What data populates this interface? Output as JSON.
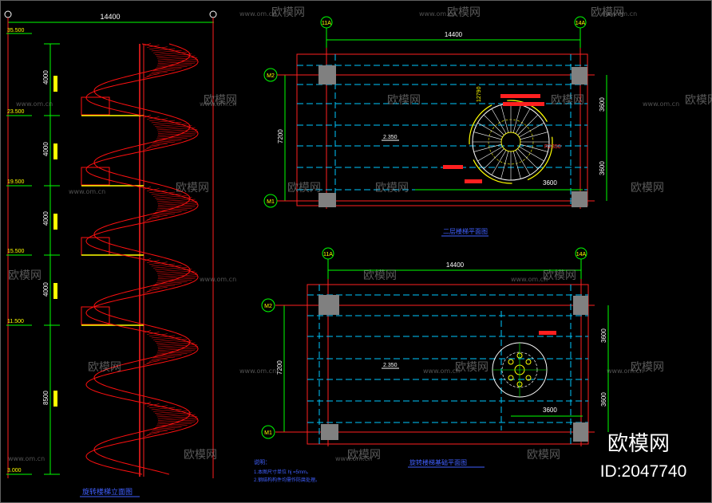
{
  "colors": {
    "background": "#000000",
    "grid_red": "#ff2020",
    "stair_red": "#ff1010",
    "dim_green": "#00ff00",
    "beam_cyan": "#00c8ff",
    "column_gray": "#808080",
    "label_yellow": "#ffff00",
    "title_blue": "#4060ff",
    "watermark": "#a0a0a0"
  },
  "watermark": {
    "brand": "欧模网",
    "site": "www.om.cn",
    "id_label": "ID:2047740"
  },
  "elevation": {
    "top_dim": "14400",
    "levels": [
      "35.500",
      "23.500",
      "19.500",
      "15.500",
      "11.500",
      "3.000"
    ],
    "spans": [
      "4000",
      "4000",
      "4000",
      "4000",
      "8500"
    ],
    "title": "旋转楼梯立面图"
  },
  "plan_upper": {
    "axes_top": [
      "11A",
      "14A"
    ],
    "axes_left": [
      "M2",
      "M1"
    ],
    "top_dim": "14400",
    "left_dim": "7200",
    "right_dims": [
      "3600",
      "3600"
    ],
    "level_tag": "2.350",
    "radius_dims": [
      "12790",
      "R2350"
    ],
    "bottom_dim": "3600",
    "title": "二层楼梯平面图"
  },
  "plan_lower": {
    "axes_top": [
      "11A",
      "14A"
    ],
    "axes_left": [
      "M2",
      "M1"
    ],
    "top_dim": "14400",
    "left_dim": "7200",
    "right_dims": [
      "3600",
      "3600"
    ],
    "level_tag": "2.350",
    "bottom_dim": "3600",
    "title": "旋转楼梯基础平面图"
  },
  "notes": {
    "heading": "说明：",
    "line1": "1.本图尺寸单位  hj =5mm。",
    "line2": "2.钢结构构件均需作防腐处理。"
  }
}
